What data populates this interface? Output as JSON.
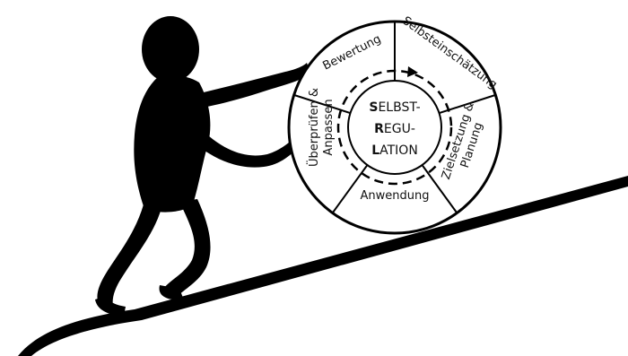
{
  "wheel": {
    "segments": [
      {
        "label": "Bewertung"
      },
      {
        "label": "Selbsteinschätzung"
      },
      {
        "label_line1": "Zielsetzung &",
        "label_line2": "Planung"
      },
      {
        "label": "Anwendung"
      },
      {
        "label_line1": "Überprüfen &",
        "label_line2": "Anpassen"
      }
    ],
    "center": {
      "line1_cap": "S",
      "line1_rest": "ELBST-",
      "line2_cap": "R",
      "line2_rest": "EGU-",
      "line3_cap": "L",
      "line3_rest": "ATION"
    }
  }
}
